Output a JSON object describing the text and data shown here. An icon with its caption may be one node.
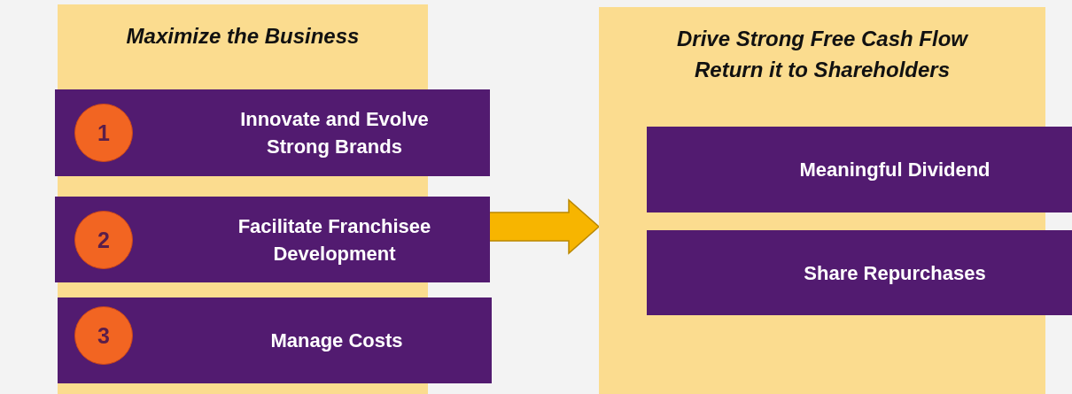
{
  "diagram": {
    "nodes": [
      {
        "text": [
          "Maximize the Business"
        ]
      },
      {
        "text": [
          "Innovate and Evolve Strong Brands"
        ],
        "in": 0
      },
      {
        "text": [
          "1"
        ],
        "in": 1
      },
      {
        "text": [
          "Facilitate Franchisee Development"
        ],
        "in": 0
      },
      {
        "text": [
          "2"
        ],
        "in": 3
      },
      {
        "text": [
          "Manage Costs"
        ],
        "in": 0
      },
      {
        "text": [
          "3"
        ],
        "in": 5
      },
      {
        "text": [
          "Drive Strong Free Cash Flow Return it to Shareholders"
        ]
      },
      {
        "text": [
          "Meaningful Dividend"
        ],
        "in": 7
      },
      {
        "text": [
          "Share Repurchases"
        ],
        "in": 7
      }
    ],
    "edges": [
      {
        "from": 0,
        "to": 7,
        "arrow": "to",
        "style": "thick",
        "color": "#f7b500"
      }
    ]
  }
}
